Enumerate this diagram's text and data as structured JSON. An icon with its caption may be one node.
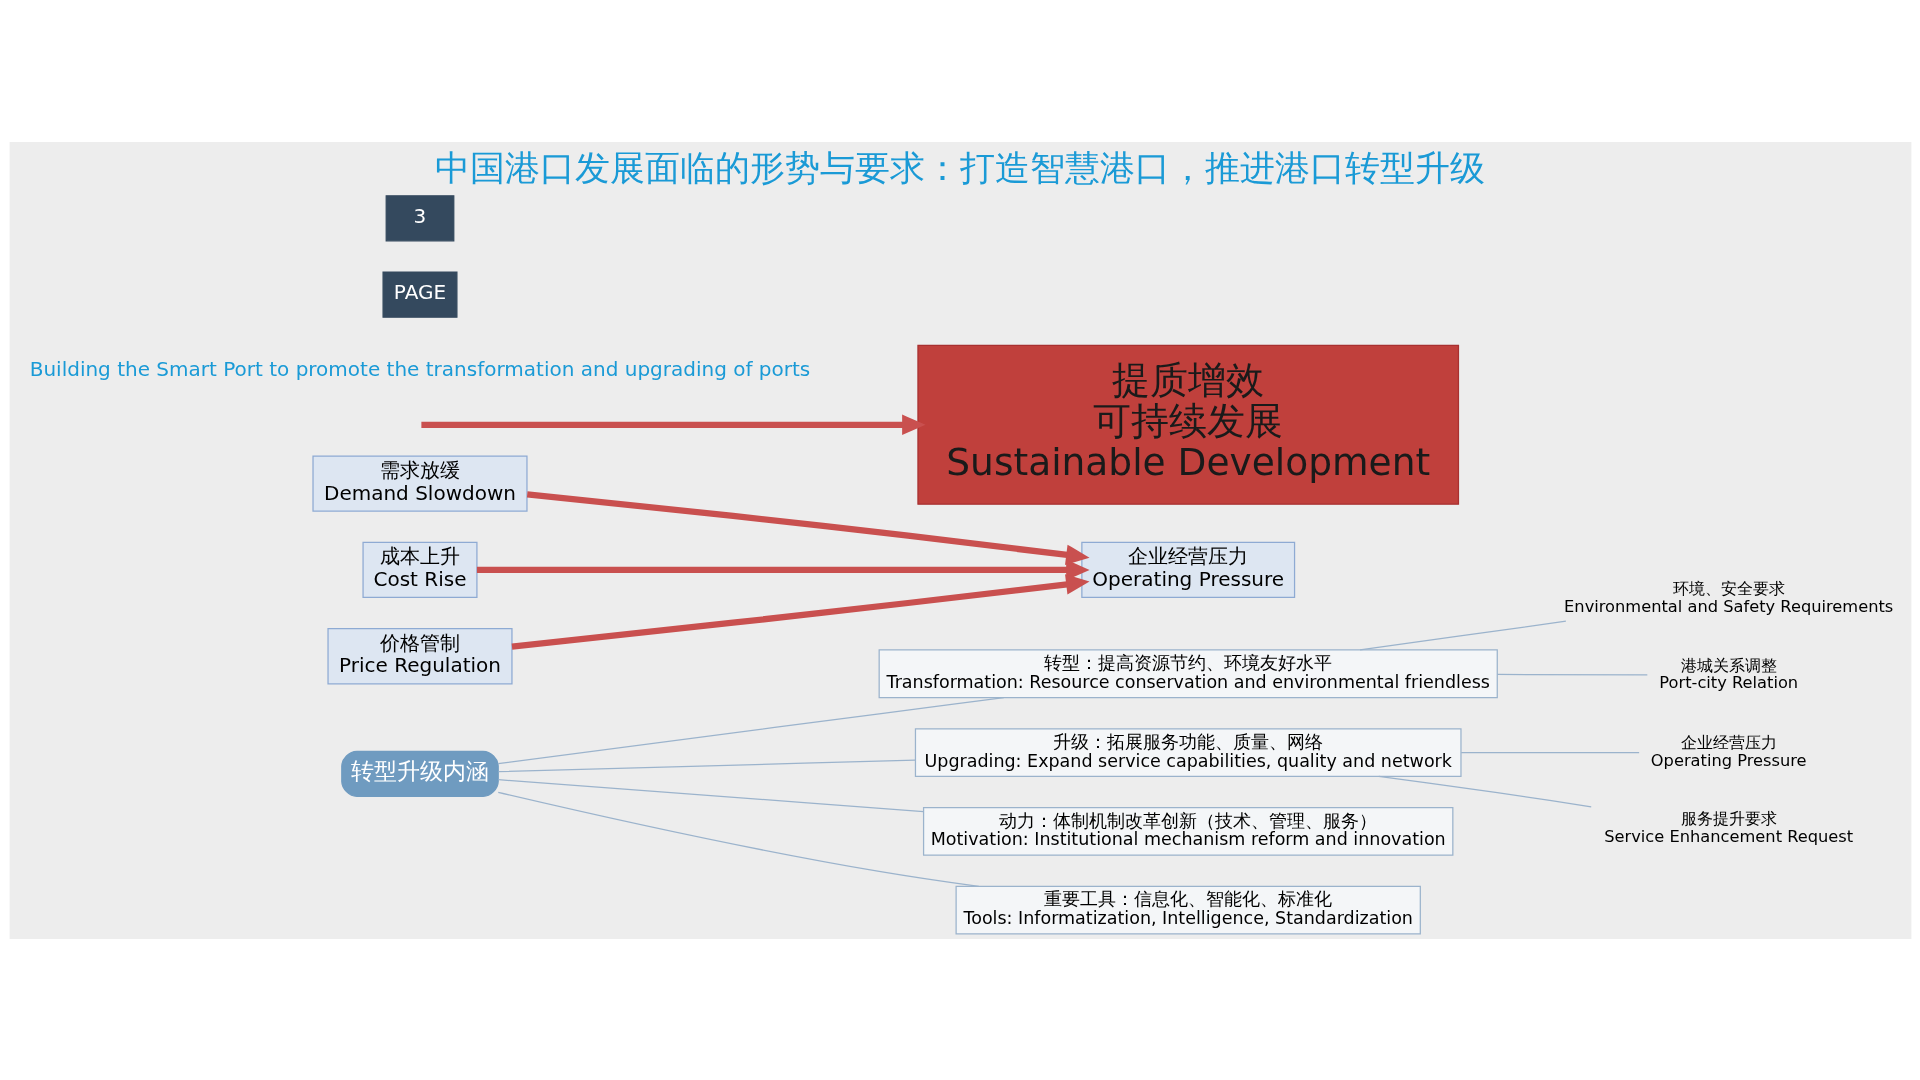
{
  "diagram": {
    "title": "中国港口发展面临的形势与要求：打造智慧港口，推进港口转型升级",
    "nodes": [
      {
        "text": [
          "转型升级内涵"
        ]
      },
      {
        "text": [
          "转型：提高资源节约、环境友好水平",
          "Transformation: Resource conservation and environmental friendless"
        ]
      },
      {
        "text": [
          "升级：拓展服务功能、质量、网络",
          "Upgrading: Expand service capabilities, quality and network"
        ]
      },
      {
        "text": [
          "动力：体制机制改革创新（技术、管理、服务）",
          "Motivation: Institutional mechanism reform and innovation"
        ]
      },
      {
        "text": [
          "重要工具：信息化、智能化、标准化",
          "Tools: Informatization, Intelligence, Standardization"
        ]
      },
      {
        "text": [
          "环境、安全要求",
          "Environmental and Safety Requirements"
        ]
      },
      {
        "text": [
          "港城关系调整",
          "Port-city Relation"
        ]
      },
      {
        "text": [
          "企业经营压力",
          "Operating Pressure"
        ]
      },
      {
        "text": [
          "服务提升要求",
          "Service Enhancement Request"
        ]
      },
      {
        "text": [
          "需求放缓",
          "Demand Slowdown"
        ]
      },
      {
        "text": [
          "成本上升",
          "Cost Rise"
        ]
      },
      {
        "text": [
          "价格管制",
          "Price Regulation"
        ]
      },
      {
        "text": [
          "企业经营压力",
          "Operating Pressure"
        ]
      },
      {
        "text": [
          "提质增效",
          "可持续发展",
          "Sustainable Development"
        ]
      }
    ],
    "edges": [
      {
        "from": 0,
        "to": 1,
        "arrow": "none"
      },
      {
        "from": 0,
        "to": 2,
        "arrow": "none"
      },
      {
        "from": 0,
        "to": 3,
        "arrow": "none"
      },
      {
        "from": 0,
        "to": 4,
        "arrow": "none"
      },
      {
        "from": 1,
        "to": 5,
        "arrow": "none"
      },
      {
        "from": 1,
        "to": 6,
        "arrow": "none"
      },
      {
        "from": 2,
        "to": 7,
        "arrow": "none"
      },
      {
        "from": 2,
        "to": 8,
        "arrow": "none"
      },
      {
        "from": 9,
        "to": 12,
        "arrow": "to",
        "style": "thick",
        "color": "#c9504f"
      },
      {
        "from": 10,
        "to": 12,
        "arrow": "to",
        "style": "thick",
        "color": "#c9504f"
      },
      {
        "from": 11,
        "to": 12,
        "arrow": "to",
        "style": "thick",
        "color": "#c9504f"
      },
      {
        "from": null,
        "to": 13,
        "arrow": "to",
        "style": "thick",
        "color": "#c9504f"
      }
    ],
    "labels": [
      "Building the Smart Port to promote the transformation and upgrading of ports",
      "PAGE",
      "3"
    ]
  }
}
